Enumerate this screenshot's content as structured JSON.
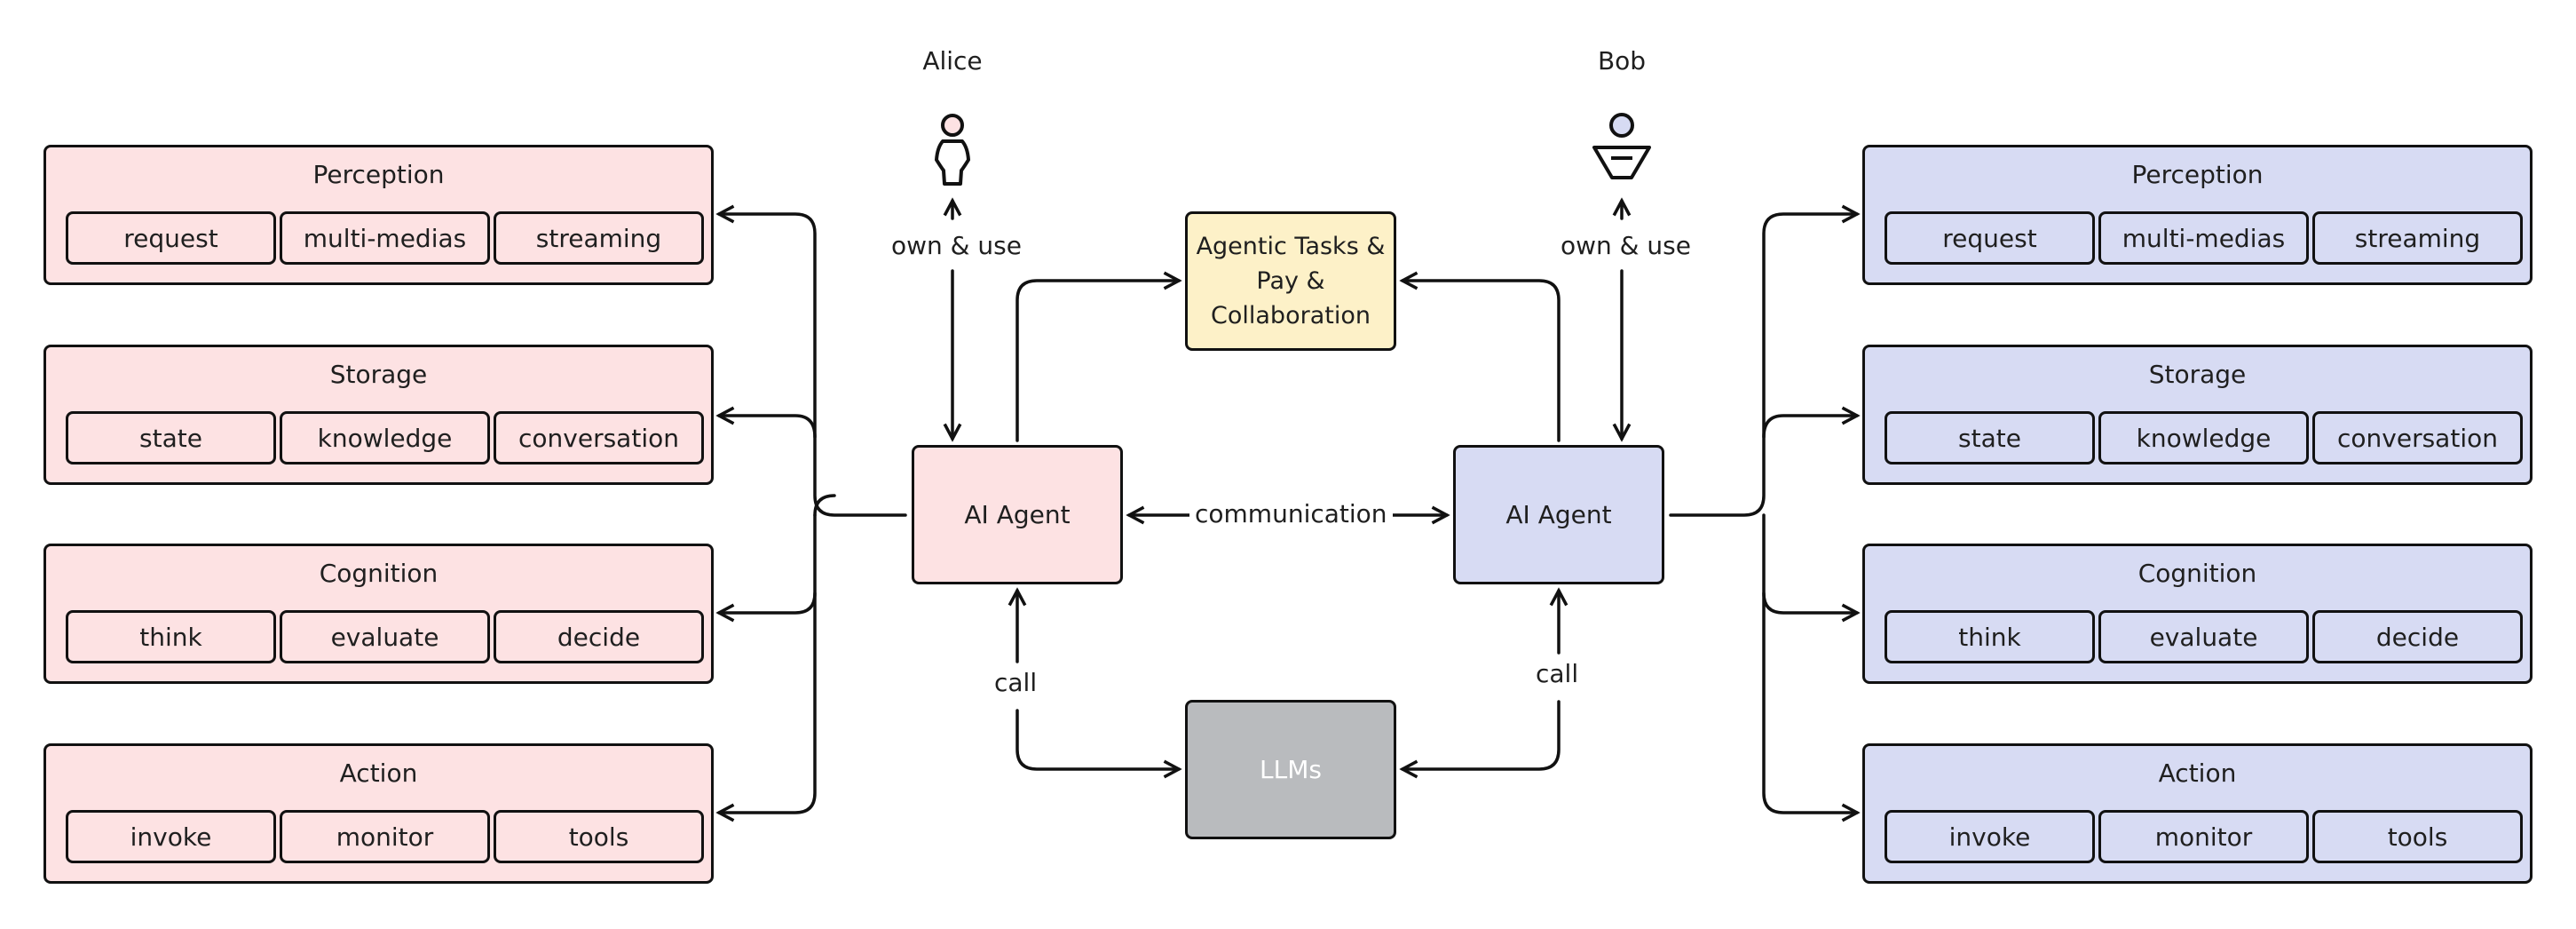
{
  "left_agent": {
    "user_name": "Alice",
    "agent_label": "AI Agent",
    "own_use_label": "own & use",
    "call_label": "call",
    "modules": [
      {
        "title": "Perception",
        "items": [
          "request",
          "multi-medias",
          "streaming"
        ]
      },
      {
        "title": "Storage",
        "items": [
          "state",
          "knowledge",
          "conversation"
        ]
      },
      {
        "title": "Cognition",
        "items": [
          "think",
          "evaluate",
          "decide"
        ]
      },
      {
        "title": "Action",
        "items": [
          "invoke",
          "monitor",
          "tools"
        ]
      }
    ]
  },
  "right_agent": {
    "user_name": "Bob",
    "agent_label": "AI Agent",
    "own_use_label": "own & use",
    "call_label": "call",
    "modules": [
      {
        "title": "Perception",
        "items": [
          "request",
          "multi-medias",
          "streaming"
        ]
      },
      {
        "title": "Storage",
        "items": [
          "state",
          "knowledge",
          "conversation"
        ]
      },
      {
        "title": "Cognition",
        "items": [
          "think",
          "evaluate",
          "decide"
        ]
      },
      {
        "title": "Action",
        "items": [
          "invoke",
          "monitor",
          "tools"
        ]
      }
    ]
  },
  "center": {
    "tasks_lines": [
      "Agentic Tasks &",
      "Pay &",
      "Collaboration"
    ],
    "communication_label": "communication",
    "llms_label": "LLMs"
  },
  "colors": {
    "left_fill": "#fde2e3",
    "right_fill": "#d7dbf3",
    "tasks_fill": "#fdf1c8",
    "llms_fill": "#b9bbbe",
    "stroke": "#111111"
  },
  "icons": {
    "left_user": "person-icon",
    "right_user": "person-icon"
  }
}
